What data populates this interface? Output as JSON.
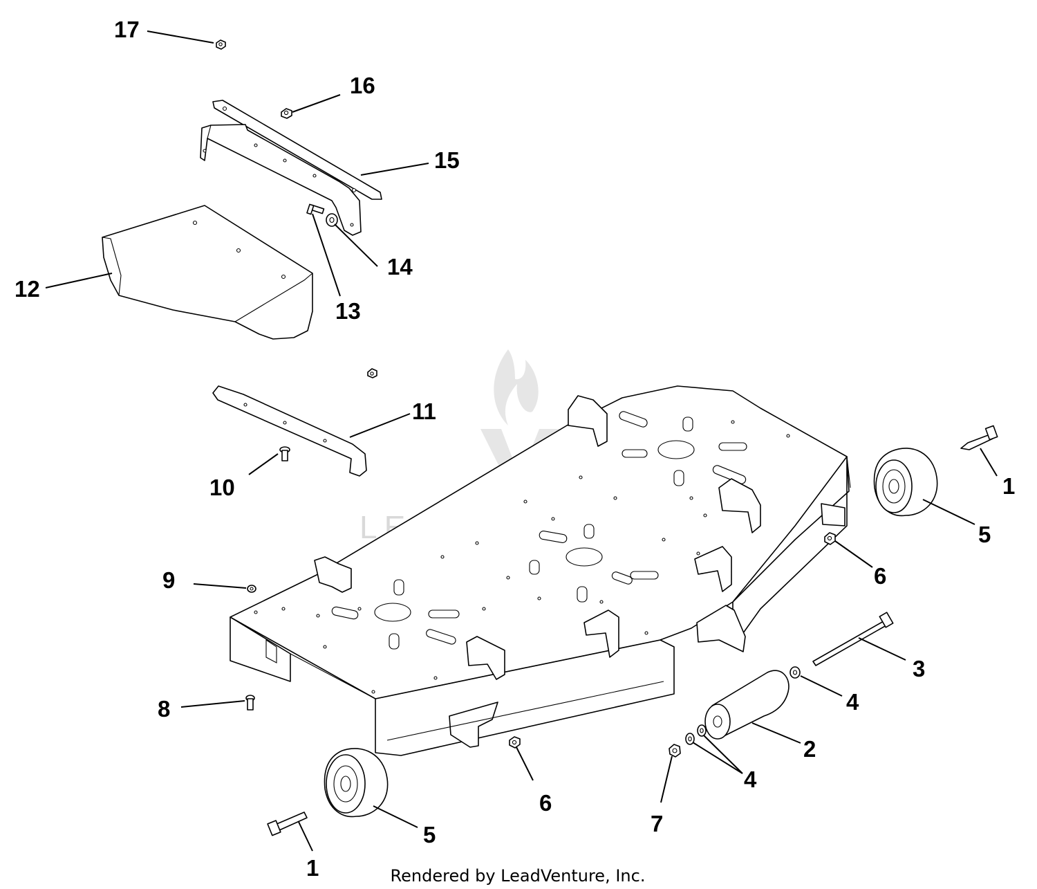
{
  "callouts": [
    {
      "label": "1"
    },
    {
      "label": "1"
    },
    {
      "label": "2"
    },
    {
      "label": "3"
    },
    {
      "label": "4"
    },
    {
      "label": "4"
    },
    {
      "label": "5"
    },
    {
      "label": "5"
    },
    {
      "label": "6"
    },
    {
      "label": "6"
    },
    {
      "label": "7"
    },
    {
      "label": "8"
    },
    {
      "label": "9"
    },
    {
      "label": "10"
    },
    {
      "label": "11"
    },
    {
      "label": "12"
    },
    {
      "label": "13"
    },
    {
      "label": "14"
    },
    {
      "label": "15"
    },
    {
      "label": "16"
    },
    {
      "label": "17"
    }
  ],
  "watermark": {
    "text": "LEADVENTURE"
  },
  "footer": {
    "text": "Rendered by LeadVenture, Inc."
  },
  "colors": {
    "line": "#000000",
    "background": "#ffffff",
    "watermark": "#d9d9d9"
  }
}
